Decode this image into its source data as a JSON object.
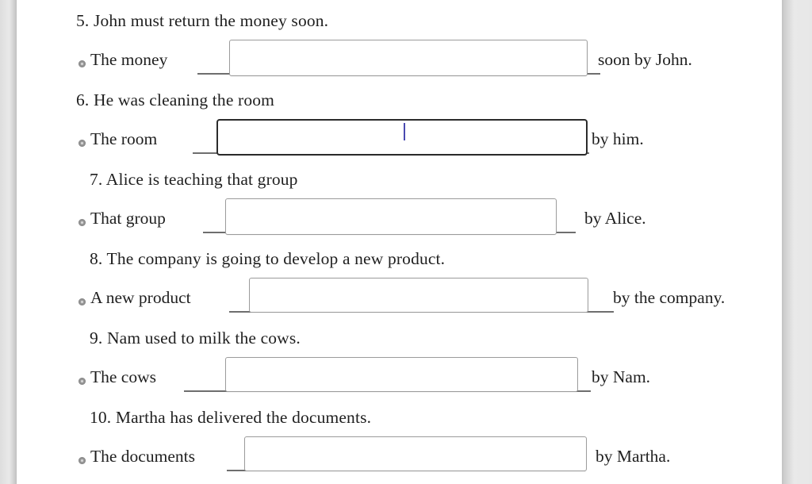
{
  "document": {
    "type": "passive-voice-worksheet",
    "page_background": "#ffffff",
    "viewer_background": "#e4e4e4",
    "caret_color": "#4a4ab0",
    "focused_item_number": 6
  },
  "items": [
    {
      "number": "5.",
      "prompt": "5. John must return the money soon.",
      "bullet": "bullet-icon",
      "lead": "The money",
      "tail": "soon by John.",
      "answer_value": "",
      "focused": false
    },
    {
      "number": "6.",
      "prompt": "6.  He was cleaning the room",
      "bullet": "bullet-icon",
      "lead": "The room",
      "tail": "by him.",
      "answer_value": "",
      "focused": true
    },
    {
      "number": "7.",
      "prompt": "7. Alice is teaching that group",
      "bullet": "bullet-icon",
      "lead": "That group",
      "tail": "by Alice.",
      "answer_value": "",
      "focused": false
    },
    {
      "number": "8.",
      "prompt": "8. The company is going to develop a new product.",
      "bullet": "bullet-icon",
      "lead": "A new product",
      "tail": "by the company.",
      "answer_value": "",
      "focused": false
    },
    {
      "number": "9.",
      "prompt": "9. Nam used to milk the cows.",
      "bullet": "bullet-icon",
      "lead": "The cows",
      "tail": "by Nam.",
      "answer_value": "",
      "focused": false
    },
    {
      "number": "10.",
      "prompt": "10. Martha has delivered the documents.",
      "bullet": "bullet-icon",
      "lead": "The documents",
      "tail": "by Martha.",
      "answer_value": "",
      "focused": false
    }
  ]
}
